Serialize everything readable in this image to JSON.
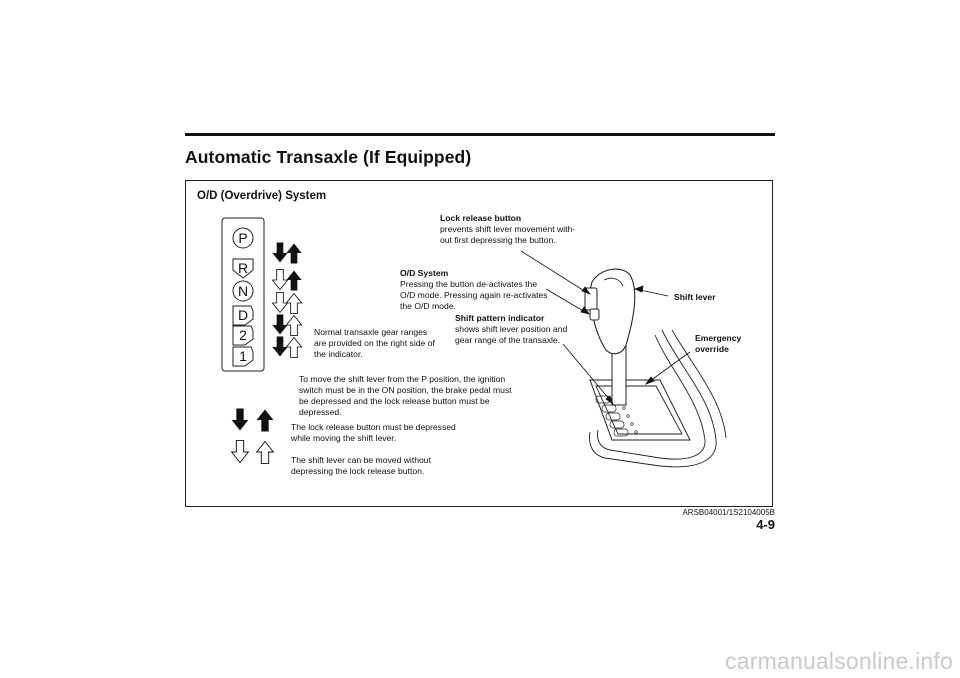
{
  "page": {
    "title": "Automatic Transaxle (If Equipped)",
    "section_title": "O/D (Overdrive) System",
    "figure_code": "ARSB04001/1S2104005B",
    "page_number": "4-9",
    "watermark": "carmanualsonline.info"
  },
  "gear_indicator": [
    "P",
    "R",
    "N",
    "D",
    "2",
    "1"
  ],
  "callouts": {
    "lock_release": {
      "heading": "Lock release button",
      "lines": [
        "prevents shift lever movement with-",
        "out first depressing the button."
      ]
    },
    "od_system": {
      "heading": "O/D System",
      "lines": [
        "Pressing the button de-activates the",
        "O/D mode. Pressing again re-activates",
        "the O/D mode."
      ]
    },
    "shift_pattern": {
      "heading": "Shift pattern indicator",
      "lines": [
        "shows shift lever position and",
        "gear range of the transaxle."
      ]
    },
    "shift_lever": {
      "heading": "Shift lever"
    },
    "emergency_override": {
      "lines": [
        "Emergency",
        "override"
      ]
    },
    "normal_ranges": {
      "lines": [
        "Normal transaxle gear ranges",
        "are provided on the right side of",
        "the indicator."
      ]
    }
  },
  "legend": {
    "intro": {
      "lines": [
        "To move the shift lever from the P position, the ignition",
        "switch must be in the ON position, the brake pedal must",
        "be depressed and the lock release button must be",
        "depressed."
      ]
    },
    "solid_arrows": {
      "lines": [
        "The lock release button must be depressed",
        "while moving the shift lever."
      ]
    },
    "outline_arrows": {
      "lines": [
        "The shift lever can be moved without",
        "depressing the lock release button."
      ]
    }
  },
  "icons": {
    "solid_arrow": "solid-arrow-icon",
    "outline_arrow": "outline-arrow-icon",
    "shift_knob": "shift-knob-illustration"
  },
  "colors": {
    "ink": "#111111",
    "watermark": "#c9c9c9",
    "paper": "#ffffff"
  }
}
